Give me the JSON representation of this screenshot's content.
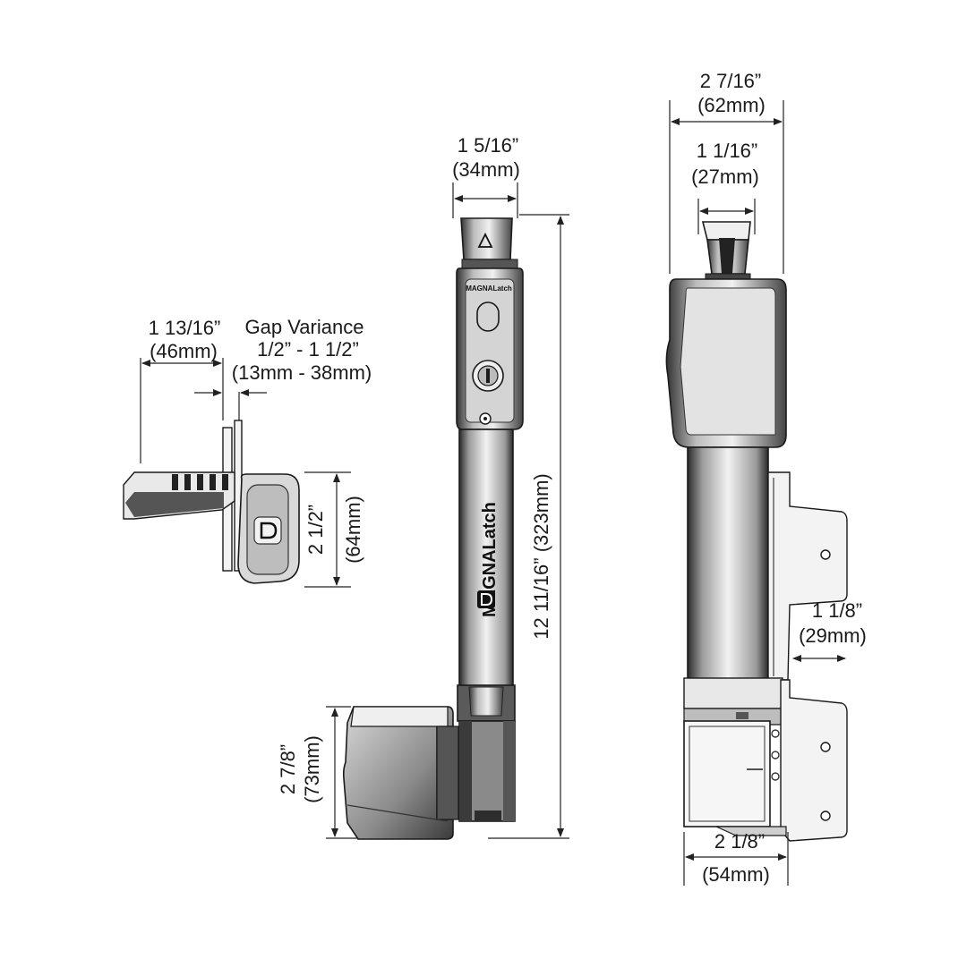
{
  "side_view": {
    "width_frac": "1 13/16”",
    "width_mm": "(46mm)",
    "gap_title": "Gap Variance",
    "gap_inch": "1/2” - 1 1/2”",
    "gap_mm": "(13mm - 38mm)",
    "height_frac": "2 1/2”",
    "height_mm": "(64mm)"
  },
  "front_view": {
    "top_width_frac": "1 5/16”",
    "top_width_mm": "(34mm)",
    "total_height": "12 11/16”  (323mm)",
    "magnet_height_frac": "2 7/8”",
    "magnet_height_mm": "(73mm)",
    "brand_small": "MAGNALatch",
    "brand_vertical": "MAGNALatch"
  },
  "end_view": {
    "head_width_frac": "2 7/16”",
    "head_width_mm": "(62mm)",
    "knob_width_frac": "1 1/16”",
    "knob_width_mm": "(27mm)",
    "offset_frac": "1 1/8”",
    "offset_mm": "(29mm)",
    "base_width_frac": "2 1/8”",
    "base_width_mm": "(54mm)"
  },
  "colors": {
    "line": "#1a1a1a",
    "dark_fill": "#3a3a3a",
    "mid_fill": "#9a9a9a",
    "light_fill": "#e6e6e6"
  }
}
